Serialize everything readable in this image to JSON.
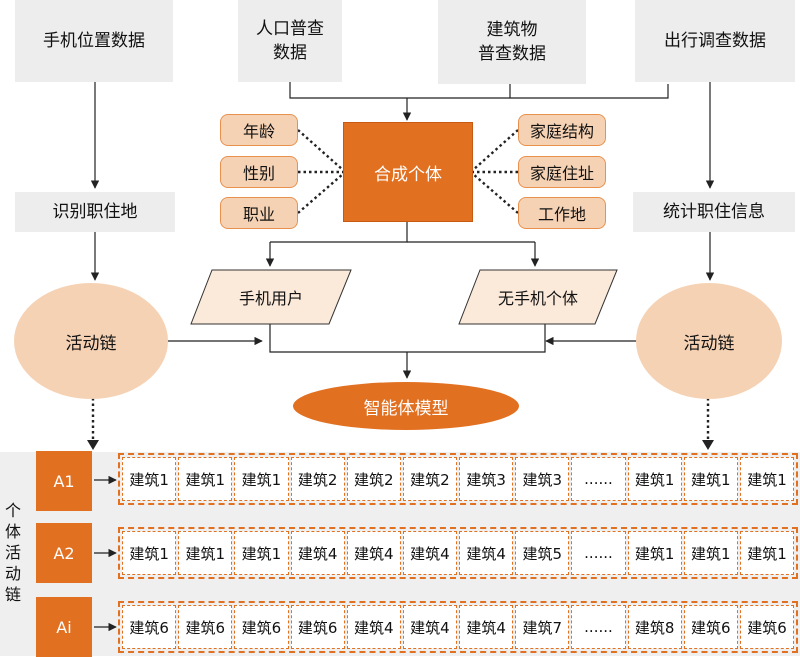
{
  "sources": {
    "phone": "手机位置数据",
    "census_line1": "人口普查",
    "census_line2": "数据",
    "building_line1": "建筑物",
    "building_line2": "普查数据",
    "travel": "出行调查数据"
  },
  "attributes_left": [
    "年龄",
    "性别",
    "职业"
  ],
  "attributes_right": [
    "家庭结构",
    "家庭住址",
    "工作地"
  ],
  "core": "合成个体",
  "identify": "识别职住地",
  "stats": "统计职住信息",
  "user_types": {
    "phone_user": "手机用户",
    "no_phone": "无手机个体"
  },
  "activity_chain": "活动链",
  "model": "智能体模型",
  "side_label": "个体活动链",
  "rows": [
    {
      "label": "A1",
      "cells": [
        "建筑1",
        "建筑1",
        "建筑1",
        "建筑2",
        "建筑2",
        "建筑2",
        "建筑3",
        "建筑3",
        "......",
        "建筑1",
        "建筑1",
        "建筑1"
      ]
    },
    {
      "label": "A2",
      "cells": [
        "建筑1",
        "建筑1",
        "建筑1",
        "建筑4",
        "建筑4",
        "建筑4",
        "建筑4",
        "建筑5",
        "......",
        "建筑1",
        "建筑1",
        "建筑1"
      ]
    },
    {
      "label": "Ai",
      "cells": [
        "建筑6",
        "建筑6",
        "建筑6",
        "建筑6",
        "建筑4",
        "建筑4",
        "建筑4",
        "建筑7",
        "......",
        "建筑8",
        "建筑6",
        "建筑6"
      ]
    }
  ],
  "colors": {
    "accent": "#e27021",
    "light": "#f6d2b4",
    "source_bg": "#ededed"
  }
}
